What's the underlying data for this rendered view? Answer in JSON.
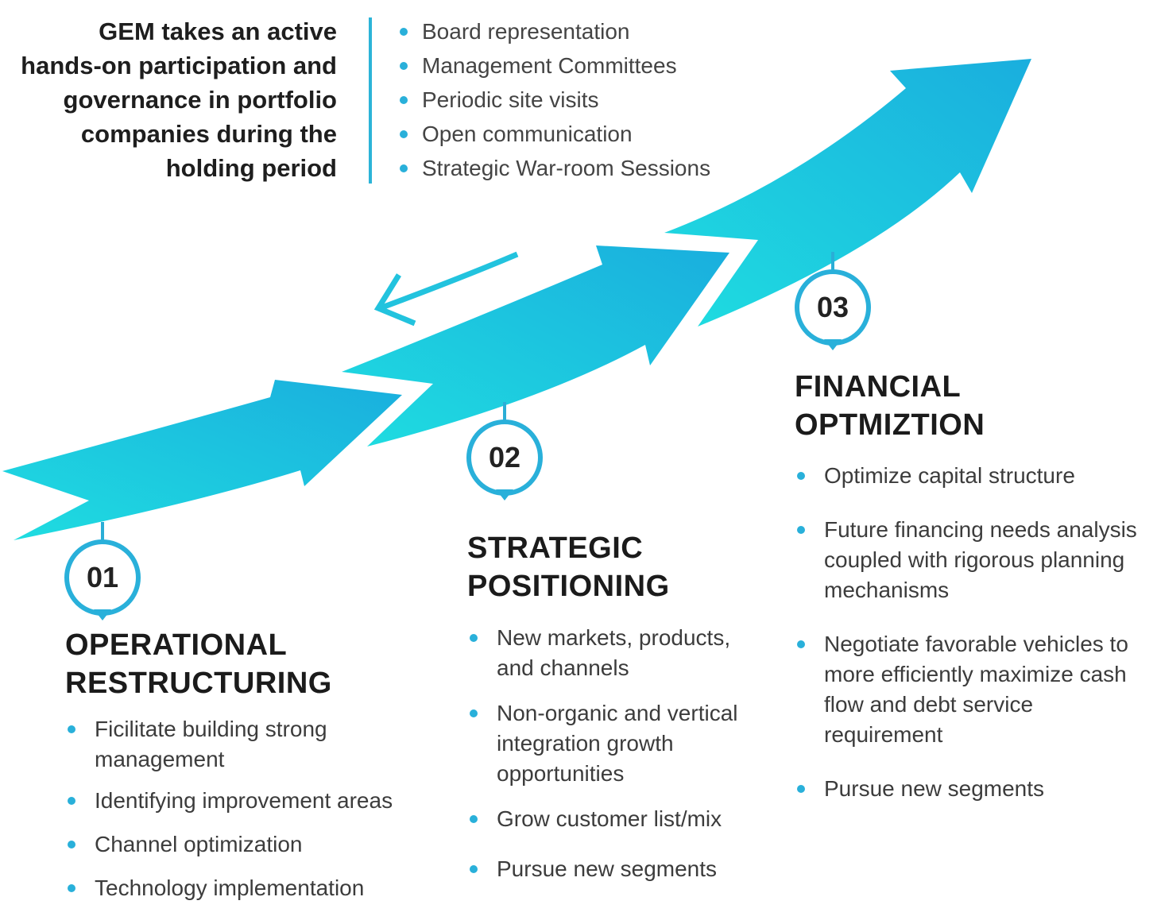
{
  "intro": {
    "lines": [
      "GEM takes an active",
      "hands-on participation and",
      "governance in portfolio",
      "companies during the",
      "holding period"
    ]
  },
  "governance": {
    "items": [
      "Board representation",
      "Management Committees",
      "Periodic site visits",
      "Open communication",
      "Strategic War-room Sessions"
    ]
  },
  "stages": [
    {
      "number": "01",
      "title_lines": [
        "OPERATIONAL",
        "RESTRUCTURING"
      ],
      "items": [
        "Ficilitate building strong management",
        "Identifying improvement areas",
        "Channel optimization",
        "Technology implementation"
      ]
    },
    {
      "number": "02",
      "title_lines": [
        "STRATEGIC",
        "POSITIONING"
      ],
      "items": [
        "New markets, products, and channels",
        "Non-organic and vertical integration growth opportunities",
        "Grow customer list/mix",
        "Pursue new segments"
      ]
    },
    {
      "number": "03",
      "title_lines": [
        "FINANCIAL",
        "OPTMIZTION"
      ],
      "items": [
        "Optimize capital structure",
        "Future financing needs analysis coupled with rigorous planning mechanisms",
        "Negotiate favorable vehicles to more efficiently maximize cash flow and debt service requirement",
        "Pursue new segments"
      ]
    }
  ],
  "colors": {
    "arrow_light": "#1fdde0",
    "arrow_dark": "#1aaede",
    "accent": "#29b0da",
    "heading": "#1b1b1b",
    "text": "#3c3c3c"
  },
  "icons": [
    "back-arrow-icon",
    "bullet-dot-icon",
    "map-pin-icon"
  ]
}
